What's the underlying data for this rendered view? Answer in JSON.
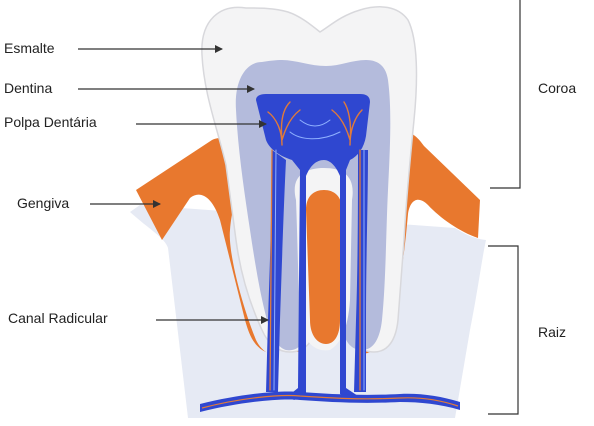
{
  "labels": {
    "esmalte": "Esmalte",
    "dentina": "Dentina",
    "polpa": "Polpa Dentária",
    "gengiva": "Gengiva",
    "canal": "Canal Radicular",
    "coroa": "Coroa",
    "raiz": "Raiz"
  },
  "colors": {
    "enamel": "#f4f4f5",
    "enamel_outline": "#d8d8dc",
    "dentin": "#b4bbdc",
    "pulp": "#2f47d0",
    "gum": "#e8782e",
    "bone": "#e6eaf4",
    "nerve": "#e07a3a",
    "vessel": "#8fb0ff",
    "line": "#333333"
  }
}
